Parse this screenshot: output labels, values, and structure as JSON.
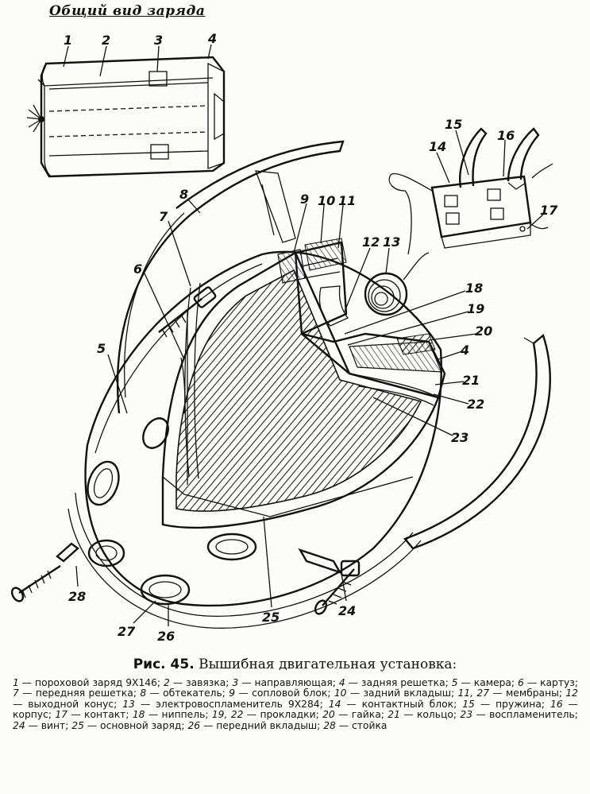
{
  "inset_title": "Общий вид заряда",
  "figure": {
    "number": "Рис. 45.",
    "title": "Вышибная двигательная установка:"
  },
  "labels": [
    "1",
    "2",
    "3",
    "4",
    "5",
    "6",
    "7",
    "8",
    "9",
    "10",
    "11",
    "12",
    "13",
    "14",
    "15",
    "16",
    "17",
    "18",
    "19",
    "20",
    "4",
    "21",
    "22",
    "23",
    "24",
    "25",
    "26",
    "27",
    "28"
  ],
  "legend": [
    {
      "n": "1",
      "text": "пороховой заряд 9Х146"
    },
    {
      "n": "2",
      "text": "завязка"
    },
    {
      "n": "3",
      "text": "направляющая"
    },
    {
      "n": "4",
      "text": "задняя решетка"
    },
    {
      "n": "5",
      "text": "камера"
    },
    {
      "n": "6",
      "text": "картуз"
    },
    {
      "n": "7",
      "text": "передняя решетка"
    },
    {
      "n": "8",
      "text": "обтекатель"
    },
    {
      "n": "9",
      "text": "сопловой блок"
    },
    {
      "n": "10",
      "text": "задний вкладыш"
    },
    {
      "n": "11, 27",
      "text": "мембраны"
    },
    {
      "n": "12",
      "text": "выходной конус"
    },
    {
      "n": "13",
      "text": "электровоспламенитель 9Х284"
    },
    {
      "n": "14",
      "text": "контактный блок"
    },
    {
      "n": "15",
      "text": "пружина"
    },
    {
      "n": "16",
      "text": "корпус"
    },
    {
      "n": "17",
      "text": "контакт"
    },
    {
      "n": "18",
      "text": "ниппель"
    },
    {
      "n": "19, 22",
      "text": "прокладки"
    },
    {
      "n": "20",
      "text": "гайка"
    },
    {
      "n": "21",
      "text": "кольцо"
    },
    {
      "n": "23",
      "text": "воспламенитель"
    },
    {
      "n": "24",
      "text": "винт"
    },
    {
      "n": "25",
      "text": "основной заряд"
    },
    {
      "n": "26",
      "text": "передний вкладыш"
    },
    {
      "n": "28",
      "text": "стойка"
    }
  ]
}
